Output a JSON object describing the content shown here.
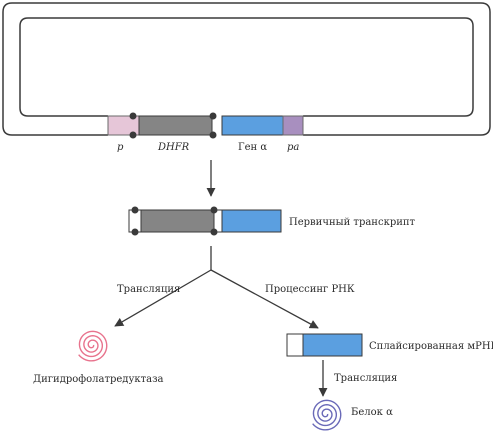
{
  "plasmid": {
    "label_promoter": "p",
    "label_dhfr": "DHFR",
    "label_gene": "Ген α",
    "label_polya": "pa"
  },
  "transcript": {
    "label": "Первичный транскрипт"
  },
  "branches": {
    "left_label": "Трансляция",
    "right_label": "Процессинг РНК"
  },
  "spliced": {
    "label": "Сплайсированная мРНК",
    "translation_label": "Трансляция"
  },
  "products": {
    "left": "Дигидрофолатредуктаза",
    "right": "Белок α"
  },
  "colors": {
    "promoter": "#e6c6d8",
    "dhfr": "#858585",
    "gene": "#5b9fe0",
    "polya": "#a88fbf",
    "spiral_left": "#e8738d",
    "spiral_right": "#6a6ab8",
    "outline": "#3a3a3a"
  }
}
